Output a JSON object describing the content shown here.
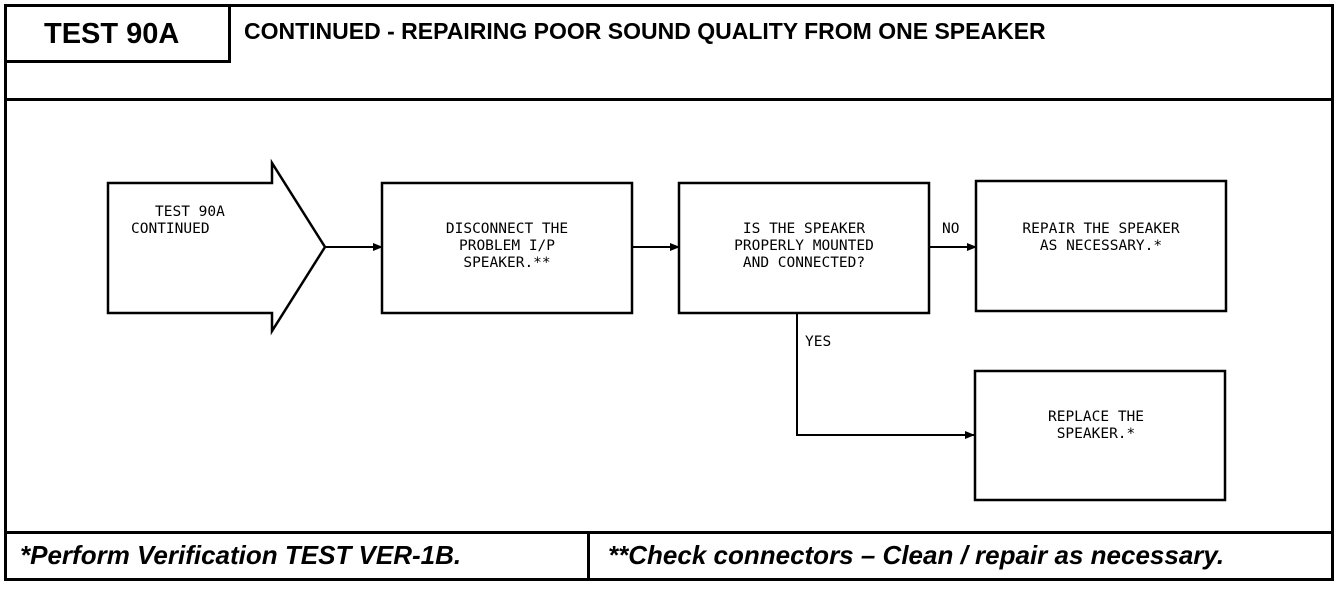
{
  "header": {
    "test_id": "TEST 90A",
    "title": "CONTINUED -  REPAIRING POOR SOUND QUALITY FROM ONE SPEAKER"
  },
  "diagram": {
    "start": {
      "lines": [
        "TEST 90A",
        "CONTINUED"
      ]
    },
    "step_disconnect": {
      "lines": [
        "DISCONNECT THE",
        "PROBLEM I/P",
        "SPEAKER.**"
      ]
    },
    "decision": {
      "lines": [
        "IS THE SPEAKER",
        "PROPERLY MOUNTED",
        "AND CONNECTED?"
      ]
    },
    "label_no": "NO",
    "label_yes": "YES",
    "action_repair": {
      "lines": [
        "REPAIR THE SPEAKER",
        "AS NECESSARY.*"
      ]
    },
    "action_replace": {
      "lines": [
        "REPLACE THE",
        "SPEAKER.*"
      ]
    }
  },
  "footer": {
    "note_left": "*Perform Verification TEST VER-1B.",
    "note_right": "**Check connectors – Clean / repair as necessary."
  }
}
